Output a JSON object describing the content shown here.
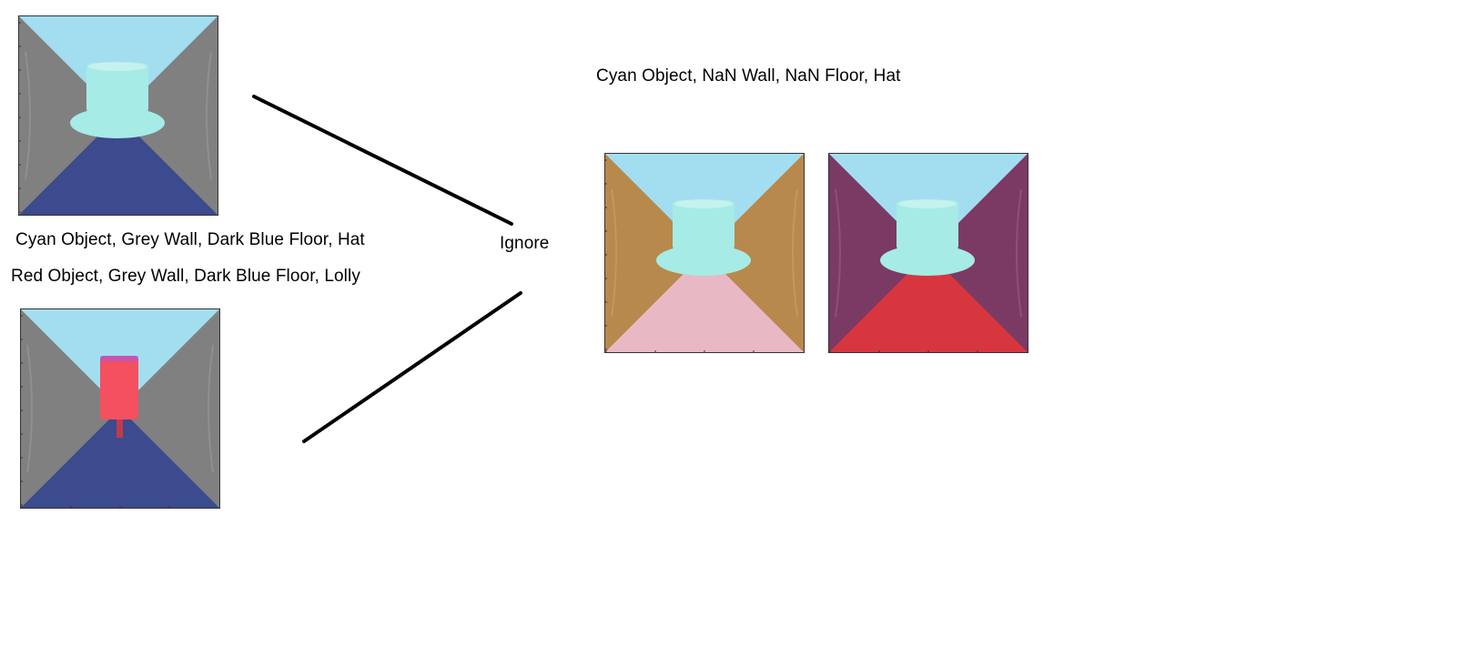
{
  "labels": {
    "top_left": "Cyan Object, Grey Wall, Dark Blue Floor, Hat",
    "bottom_left": "Red Object, Grey Wall, Dark Blue Floor, Lolly",
    "middle": "Ignore",
    "right": "Cyan Object, NaN Wall, NaN Floor, Hat"
  },
  "panels": [
    {
      "id": "hat-grey-blue",
      "ceiling": "#a3def0",
      "wall": "#808080",
      "floor": "#3c4a8e",
      "object": "hat",
      "object_color": "#a6ebe6",
      "ticks": "left"
    },
    {
      "id": "lolly-grey-blue",
      "ceiling": "#a3def0",
      "wall": "#808080",
      "floor": "#3c4a8e",
      "object": "lolly",
      "object_color": "#f45060",
      "ticks": "both"
    },
    {
      "id": "hat-tan-pink",
      "ceiling": "#a3def0",
      "wall": "#b8894c",
      "floor": "#e8b9c4",
      "object": "hat",
      "object_color": "#a6ebe6",
      "ticks": "both"
    },
    {
      "id": "hat-purple-red",
      "ceiling": "#a3def0",
      "wall": "#7b3a64",
      "floor": "#d8363f",
      "object": "hat",
      "object_color": "#a6ebe6",
      "ticks": "bottom"
    }
  ]
}
